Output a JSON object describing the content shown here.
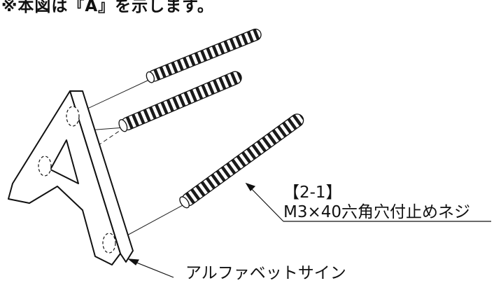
{
  "header": {
    "note": "※本図は『A』を示します。"
  },
  "callouts": {
    "part_id": "【2-1】",
    "part_name": "M3×40六角穴付止めネジ",
    "sign_name": "アルファベットサイン"
  }
}
